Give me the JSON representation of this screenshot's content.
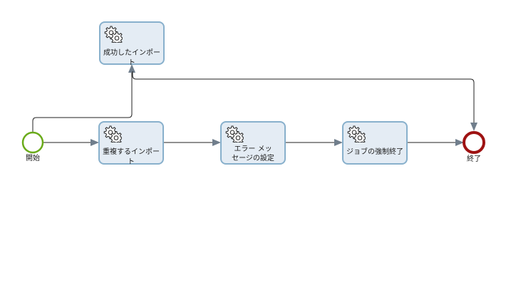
{
  "diagram": {
    "start_event": {
      "label": "開始",
      "color": "#6aab1a"
    },
    "end_event": {
      "label": "終了",
      "color": "#9e1212"
    },
    "tasks": [
      {
        "id": "success_import",
        "lines": [
          "成功したインポート"
        ],
        "icon": "gears-icon"
      },
      {
        "id": "duplicate_import",
        "lines": [
          "重複するインポート"
        ],
        "icon": "gears-icon"
      },
      {
        "id": "set_error_message",
        "lines": [
          "エラー メッ",
          "セージの設定"
        ],
        "icon": "gears-icon"
      },
      {
        "id": "force_end_job",
        "lines": [
          "ジョブの強制終了"
        ],
        "icon": "gears-icon"
      }
    ],
    "colors": {
      "task_fill": "#e4ecf4",
      "task_border": "#88b0cc",
      "flow_line": "#222222",
      "arrow_head": "#707e8c"
    }
  }
}
